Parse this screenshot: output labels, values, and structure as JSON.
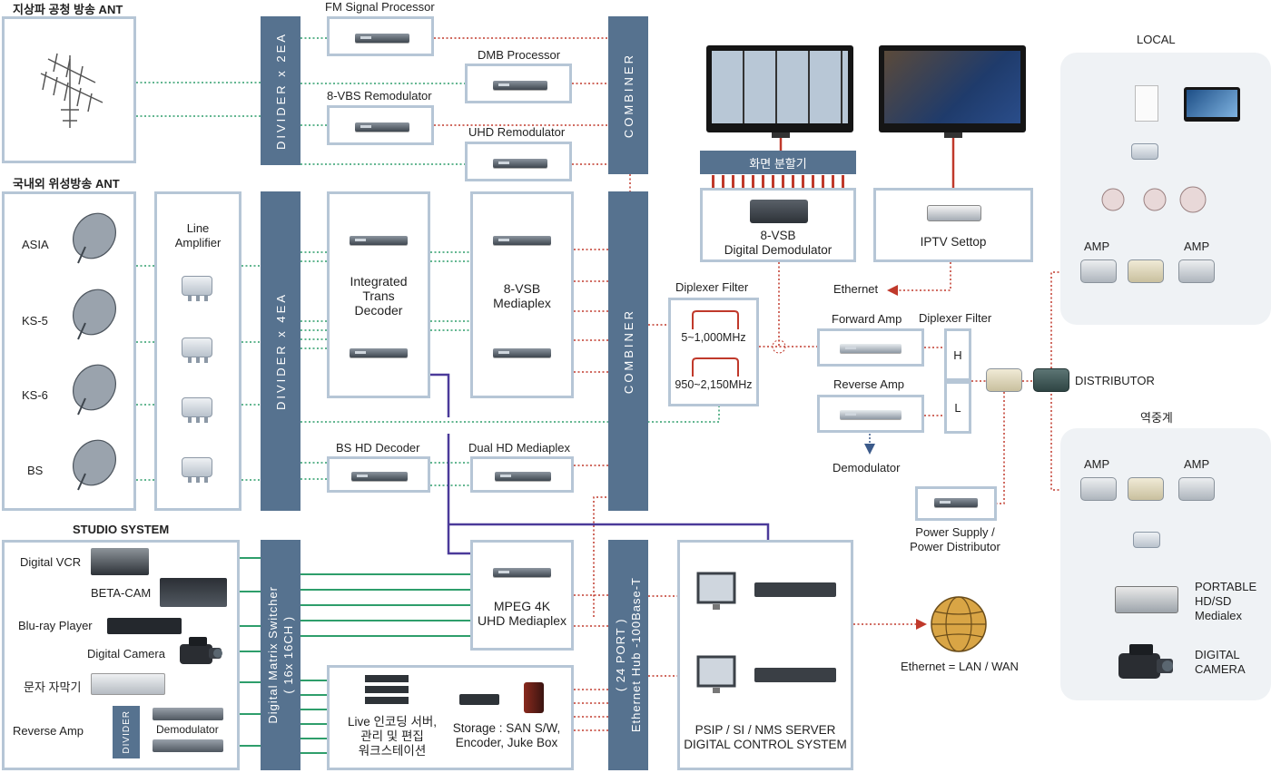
{
  "titles": {
    "terrestrial": "지상파 공청 방송 ANT",
    "satellite": "국내외 위성방송 ANT",
    "studio": "STUDIO SYSTEM",
    "local": "LOCAL",
    "relay": "역중계"
  },
  "antennas": [
    "ASIA",
    "KS-5",
    "KS-6",
    "BS"
  ],
  "line_amplifier": "Line\nAmplifier",
  "bars": {
    "divider2": "DIVIDER x 2EA",
    "divider4": "DIVIDER x 4EA",
    "combiner1": "COMBINER",
    "combiner2": "COMBINER",
    "matrix": "Digital Matrix Switcher\n( 16x 16CH )",
    "hub": "( 24 PORT )\nEthernet Hub -100Base-T",
    "screen_split": "화면 분할기",
    "divider_small": "DIVIDER"
  },
  "processors": {
    "fm": "FM Signal Processor",
    "dmb": "DMB Processor",
    "vbs": "8-VBS Remodulator",
    "uhd": "UHD Remodulator"
  },
  "modules": {
    "itd": "Integrated\nTrans\nDecoder",
    "mediaplex": "8-VSB\nMediaplex",
    "bs_hd": "BS HD Decoder",
    "dual_hd": "Dual HD Mediaplex",
    "mpeg": "MPEG 4K\nUHD Mediaplex",
    "live": "Live 인코딩 서버,\n관리 및 편집\n워크스테이션",
    "storage": "Storage : SAN S/W,\nEncoder, Juke Box",
    "psip": "PSIP / SI / NMS  SERVER\nDIGITAL CONTROL SYSTEM",
    "vsb_demod": "8-VSB\nDigital Demodulator",
    "iptv": "IPTV Settop"
  },
  "studio_devices": [
    "Digital VCR",
    "BETA-CAM",
    "Blu-ray Player",
    "Digital Camera",
    "문자 자막기",
    "Reverse Amp"
  ],
  "demodulator_small": "Demodulator",
  "diplexer1": {
    "label": "Diplexer Filter",
    "band_low": "5~1,000MHz",
    "band_high": "950~2,150MHz"
  },
  "forward_amp": "Forward Amp",
  "reverse_amp": "Reverse Amp",
  "diplexer2": {
    "label": "Diplexer Filter",
    "h": "H",
    "l": "L"
  },
  "ethernet": "Ethernet",
  "demodulator": "Demodulator",
  "distributor": "DISTRIBUTOR",
  "power_supply": "Power Supply /\nPower Distributor",
  "ethernet_lan": "Ethernet = LAN / WAN",
  "amp": "AMP",
  "portable": "PORTABLE\nHD/SD\nMedialex",
  "digital_camera": "DIGITAL\nCAMERA",
  "colors": {
    "bar": "#56728f",
    "box_border": "#b6c6d6",
    "rf_line": "#c0392b",
    "green_line": "#2e9e6b",
    "purple_line": "#4b3a9a",
    "panel": "#eff2f5"
  }
}
